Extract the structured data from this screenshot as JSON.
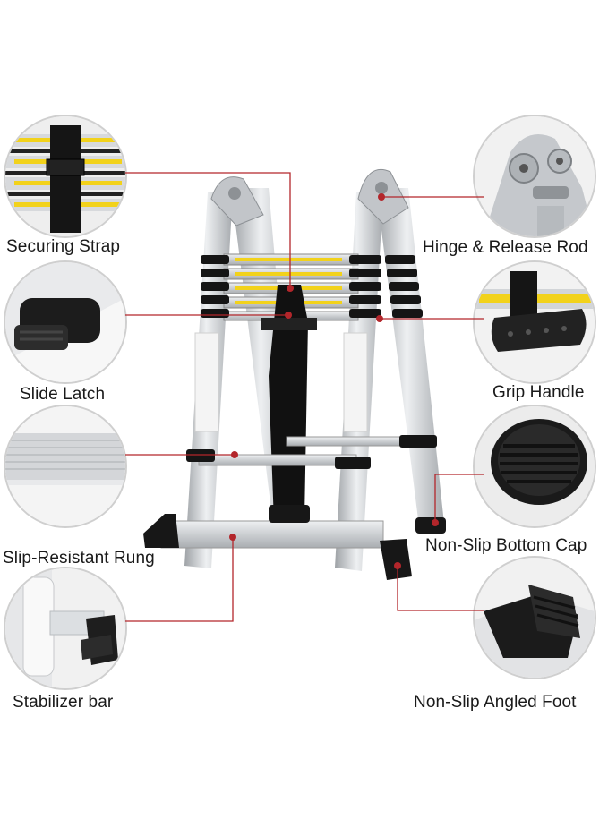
{
  "callouts": {
    "securing_strap": "Securing Strap",
    "hinge_release_rod": "Hinge & Release Rod",
    "slide_latch": "Slide Latch",
    "grip_handle": "Grip Handle",
    "slip_resistant_rung": "Slip-Resistant Rung",
    "non_slip_bottom_cap": "Non-Slip Bottom Cap",
    "stabilizer_bar": "Stabilizer bar",
    "non_slip_angled_foot": "Non-Slip Angled Foot"
  },
  "colors": {
    "leader_line": "#b3262b",
    "aluminum": "#c9ccd0",
    "rubber": "#1b1b1b",
    "warning_label": "#f2d21b"
  }
}
